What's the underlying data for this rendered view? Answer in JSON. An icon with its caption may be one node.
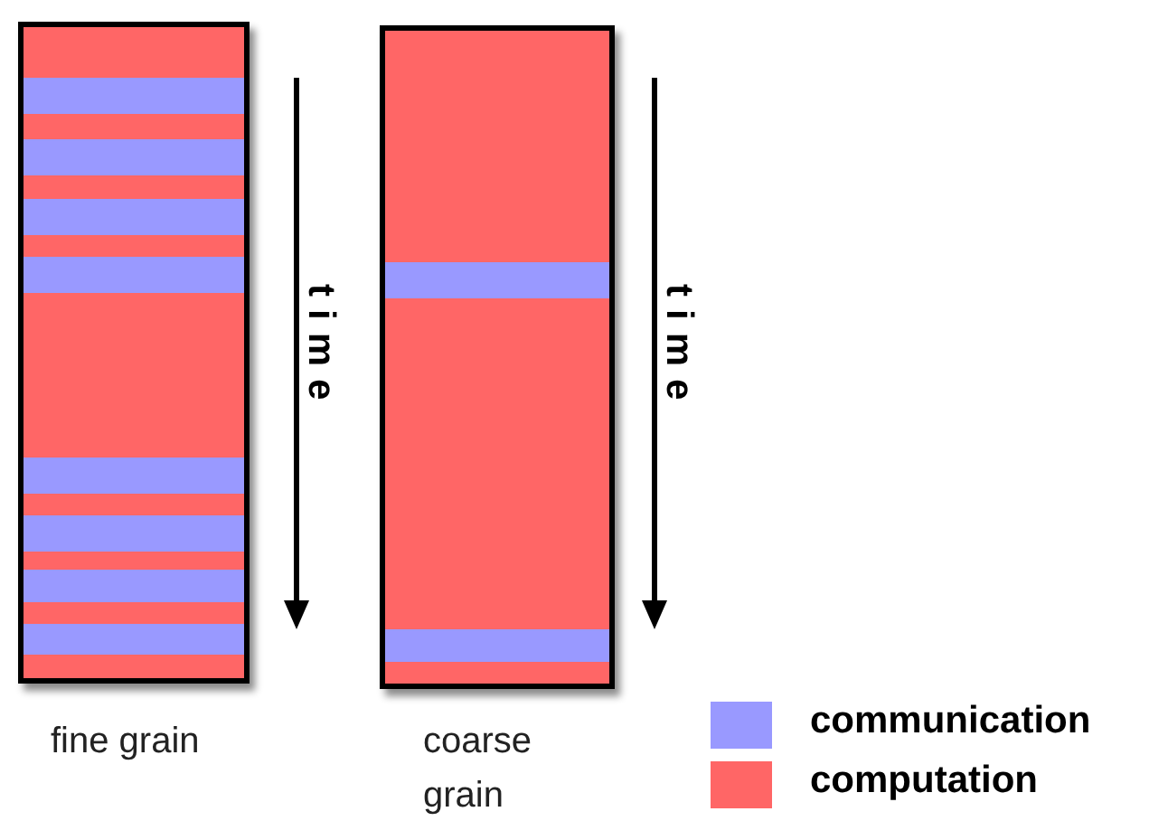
{
  "diagram": {
    "nodes": [
      {
        "text": [],
        "shape": "bar",
        "beside": [
          "fine grain"
        ]
      },
      {
        "text": [],
        "shape": "bar",
        "beside": [
          "coarse grain"
        ]
      }
    ],
    "labels": [
      "time",
      "time"
    ],
    "legend": [
      {
        "text": "communication",
        "color": "#9999ff"
      },
      {
        "text": "computation",
        "color": "#ff6666"
      }
    ]
  }
}
